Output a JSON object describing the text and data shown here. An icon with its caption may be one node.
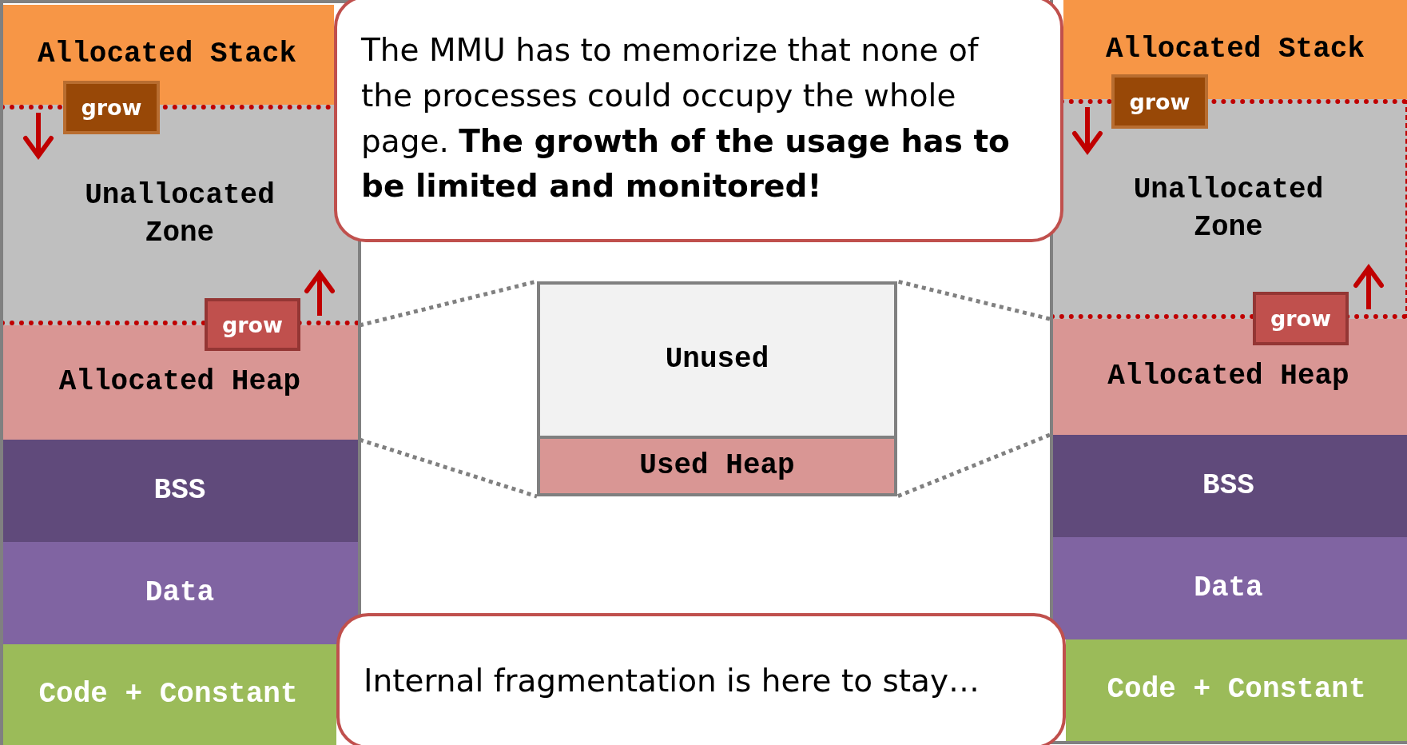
{
  "diagram": {
    "nodes": [
      {
        "text": [
          "Allocated Stack"
        ]
      },
      {
        "text": [
          "Unallocated Zone"
        ]
      },
      {
        "text": [
          "grow"
        ]
      },
      {
        "text": [
          "grow"
        ]
      },
      {
        "text": [
          "Allocated Heap"
        ]
      },
      {
        "text": [
          "BSS"
        ]
      },
      {
        "text": [
          "Data"
        ]
      },
      {
        "text": [
          "Code + Constant"
        ]
      },
      {
        "text": [
          "The MMU has to memorize that none of the processes could occupy the whole page. **The growth of the usage has to be limited and monitored!**"
        ]
      },
      {
        "text": [],
        "shape": "box"
      },
      {
        "text": [
          "Unused"
        ],
        "in": 9
      },
      {
        "text": [
          "Used Heap"
        ],
        "in": 9
      },
      {
        "text": [
          "Allocated Stack"
        ]
      },
      {
        "text": [
          "Unallocated Zone"
        ]
      },
      {
        "text": [
          "grow"
        ]
      },
      {
        "text": [
          "grow"
        ]
      },
      {
        "text": [
          "Allocated Heap"
        ]
      },
      {
        "text": [
          "BSS"
        ]
      },
      {
        "text": [
          "Data"
        ]
      },
      {
        "text": [
          "Code + Constant"
        ]
      },
      {
        "text": [
          "Internal fragmentation is here to stay…"
        ]
      }
    ],
    "edges": [
      {
        "from": 4,
        "to": 9,
        "arrow": "none",
        "style": "dashed"
      },
      {
        "from": 4,
        "to": 9,
        "arrow": "none",
        "style": "dashed"
      },
      {
        "from": 16,
        "to": 9,
        "arrow": "none",
        "style": "dashed"
      },
      {
        "from": 16,
        "to": 9,
        "arrow": "none",
        "style": "dashed"
      }
    ]
  }
}
